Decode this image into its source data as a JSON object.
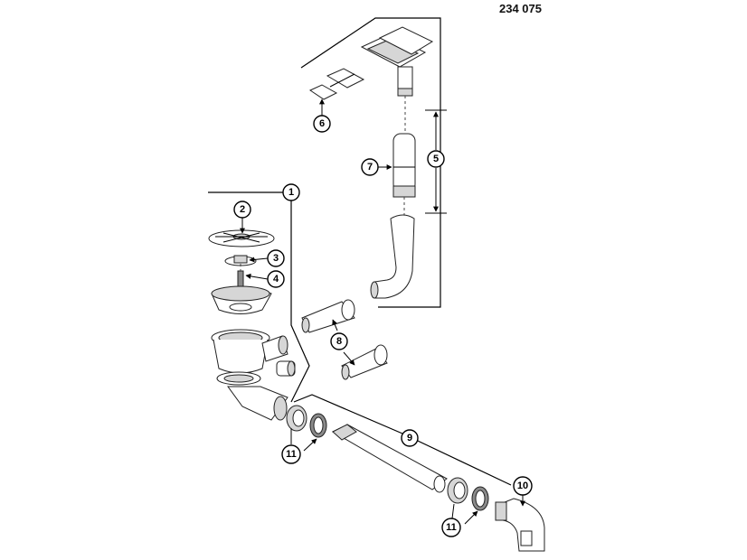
{
  "header": {
    "document_number": "234 075"
  },
  "callouts": [
    {
      "id": "c1",
      "label": "1"
    },
    {
      "id": "c2",
      "label": "2"
    },
    {
      "id": "c3",
      "label": "3"
    },
    {
      "id": "c4",
      "label": "4"
    },
    {
      "id": "c5",
      "label": "5"
    },
    {
      "id": "c6",
      "label": "6"
    },
    {
      "id": "c7",
      "label": "7"
    },
    {
      "id": "c8",
      "label": "8"
    },
    {
      "id": "c9",
      "label": "9"
    },
    {
      "id": "c10",
      "label": "10"
    },
    {
      "id": "c11a",
      "label": "11"
    },
    {
      "id": "c11b",
      "label": "11"
    }
  ]
}
